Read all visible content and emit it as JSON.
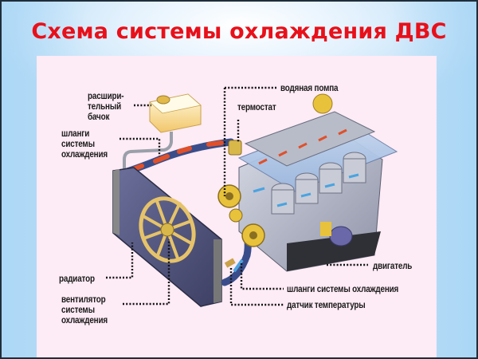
{
  "slide": {
    "title": "Схема системы охлаждения ДВС",
    "title_color": "#e8101a"
  },
  "diagram": {
    "labels": {
      "expansion_tank": "расшири-\nтельный\nбачок",
      "hoses_left": "шланги\nсистемы\nохлаждения",
      "radiator": "радиатор",
      "fan": "вентилятор\nсистемы\nохлаждения",
      "water_pump": "водяная помпа",
      "thermostat": "термостат",
      "engine": "двигатель",
      "hoses_bottom": "шланги системы охлаждения",
      "temp_sensor": "датчик температуры"
    },
    "components": [
      {
        "id": "expansion-tank",
        "icon": "expansion-tank-icon"
      },
      {
        "id": "radiator",
        "icon": "radiator-icon"
      },
      {
        "id": "fan",
        "icon": "fan-icon"
      },
      {
        "id": "water-pump",
        "icon": "water-pump-icon"
      },
      {
        "id": "thermostat",
        "icon": "thermostat-icon"
      },
      {
        "id": "engine",
        "icon": "engine-block-icon"
      },
      {
        "id": "hoses",
        "icon": "hose-icon"
      },
      {
        "id": "temp-sensor",
        "icon": "temperature-sensor-icon"
      }
    ],
    "colors": {
      "panel_bg": "#fdebf5",
      "hose_blue": "#3a4d8a",
      "hose_hot": "#e0502a",
      "coolant_flow": "#4aa3e0",
      "brass": "#d9b84a"
    }
  }
}
